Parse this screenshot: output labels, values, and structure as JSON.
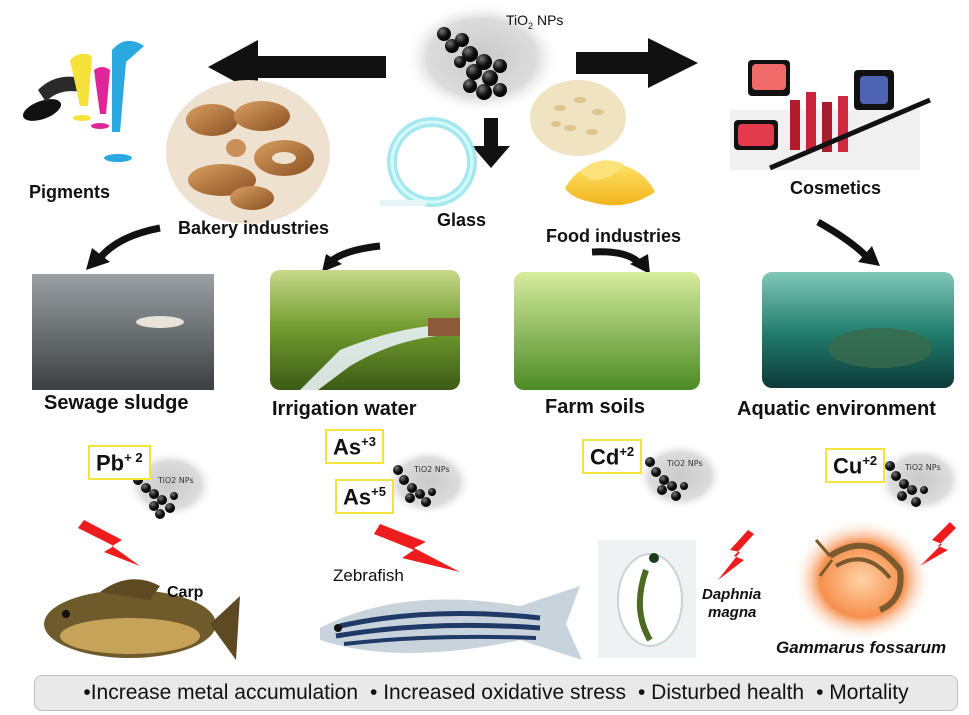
{
  "center_label": "TiO",
  "center_sub": "2",
  "center_tail": " NPs",
  "sources": {
    "pigments": "Pigments",
    "bakery": "Bakery industries",
    "glass": "Glass",
    "food": "Food industries",
    "cosmetics": "Cosmetics"
  },
  "sinks": {
    "sewage": "Sewage sludge",
    "irrigation": "Irrigation water",
    "farm": "Farm soils",
    "aquatic": "Aquatic environment"
  },
  "ions": [
    {
      "base": "Pb",
      "charge": "+ 2"
    },
    {
      "base": "As",
      "charge": "+3"
    },
    {
      "base": "As",
      "charge": "+5"
    },
    {
      "base": "Cd",
      "charge": "+2"
    },
    {
      "base": "Cu",
      "charge": "+2"
    }
  ],
  "np_small_label": "TiO2 NPs",
  "organisms": {
    "carp": "Carp",
    "zebrafish": "Zebrafish",
    "daphnia_1": "Daphnia",
    "daphnia_2": "magna",
    "gammarus": "Gammarus fossarum"
  },
  "effects": [
    "•Increase metal accumulation",
    "• Increased oxidative stress",
    "• Disturbed health",
    "• Mortality"
  ],
  "colors": {
    "arrow": "#111111",
    "ion_border": "#f2e43a",
    "lightning": "#ee1c1c",
    "footer_bg": "#e9e9e9"
  }
}
